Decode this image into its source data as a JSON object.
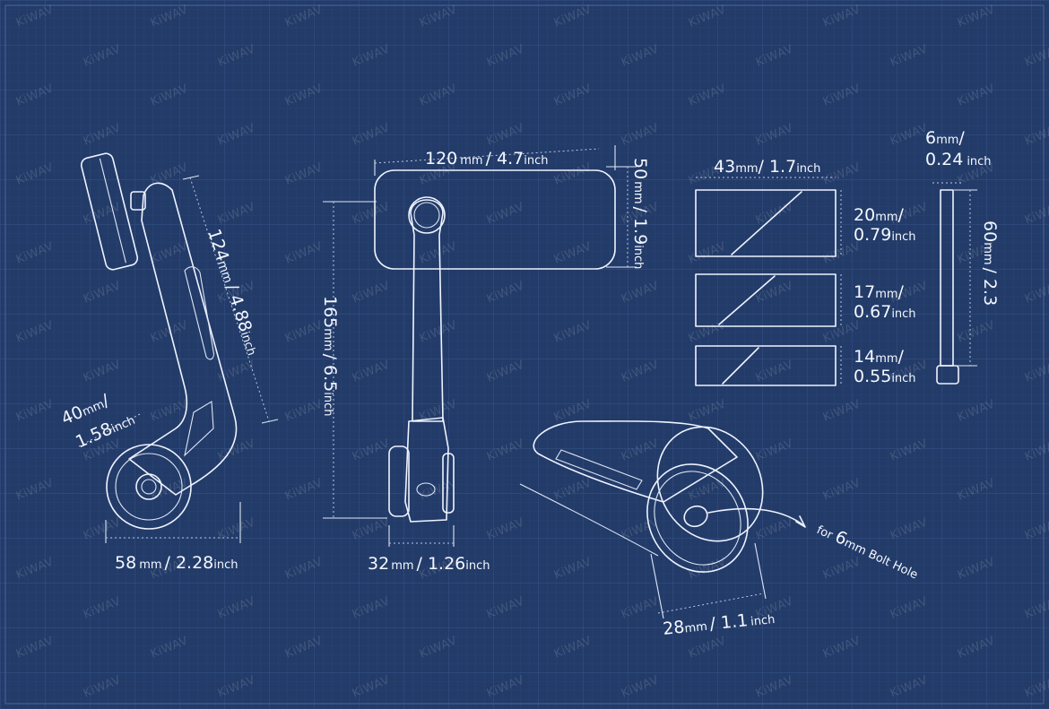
{
  "watermark": "KiWAV",
  "colors": {
    "background": "#233b68",
    "grid": "#2e4a7a",
    "line": "#eef3ff"
  },
  "side_view": {
    "height_mm": "124",
    "height_in": "4.88",
    "clamp_mm": "40",
    "clamp_in": "1.58",
    "width_mm": "58",
    "width_in": "2.28"
  },
  "front_view": {
    "mirror_width_mm": "120",
    "mirror_width_in": "4.7",
    "mirror_height_mm": "50",
    "mirror_height_in": "1.9",
    "total_height_mm": "165",
    "total_height_in": "6.5",
    "base_width_mm": "32",
    "base_width_in": "1.26"
  },
  "spacers": {
    "width_mm": "43",
    "width_in": "1.7",
    "items": [
      {
        "mm": "20",
        "in": "0.79"
      },
      {
        "mm": "17",
        "in": "0.67"
      },
      {
        "mm": "14",
        "in": "0.55"
      }
    ]
  },
  "bolt": {
    "diameter_mm": "6",
    "diameter_in": "0.24",
    "length_mm": "60",
    "length_in": "2.3"
  },
  "bottom_view": {
    "width_mm": "28",
    "width_in": "1.1",
    "note_pre": "for ",
    "note_num": "6",
    "note_unit": "mm",
    "note_post": " Bolt Hole"
  },
  "units": {
    "mm": "mm",
    "inch": "inch",
    "sep": "/ "
  }
}
